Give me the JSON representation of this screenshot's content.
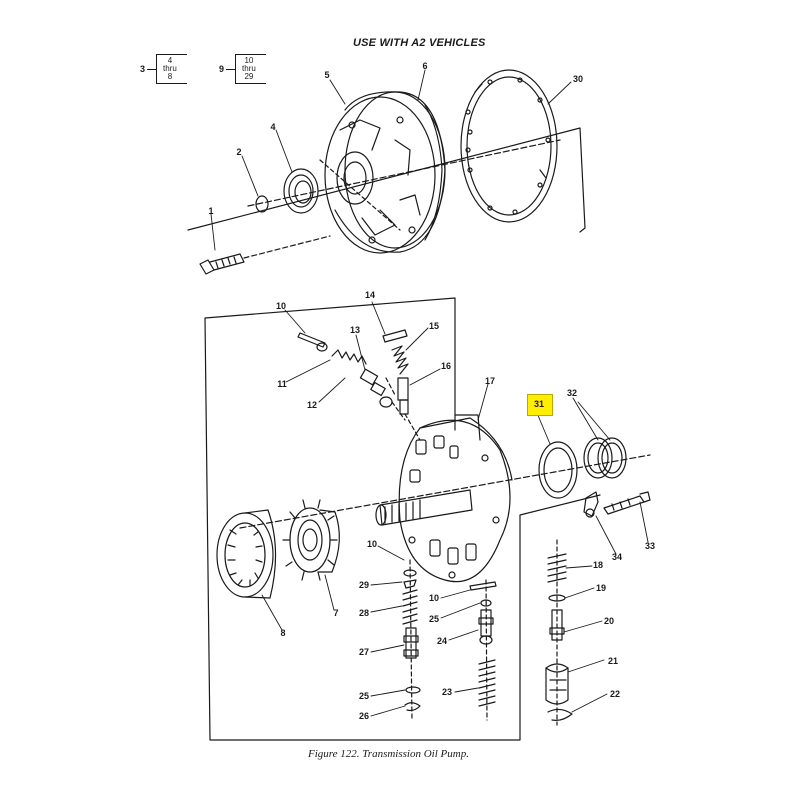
{
  "header": "USE WITH A2 VEHICLES",
  "caption": "Figure 122.  Transmission Oil Pump.",
  "highlighted_callout": "31",
  "highlight_color": "#ffee00",
  "reference_boxes": [
    {
      "number": "3",
      "from": "4",
      "thru": "thru",
      "to": "8"
    },
    {
      "number": "9",
      "from": "10",
      "thru": "thru",
      "to": "29"
    }
  ],
  "callouts": [
    "1",
    "2",
    "4",
    "5",
    "6",
    "30",
    "10",
    "14",
    "13",
    "15",
    "11",
    "12",
    "16",
    "17",
    "31",
    "32",
    "10",
    "29",
    "28",
    "7",
    "8",
    "27",
    "25",
    "26",
    "10",
    "25",
    "24",
    "23",
    "18",
    "19",
    "20",
    "21",
    "22",
    "34",
    "33"
  ]
}
